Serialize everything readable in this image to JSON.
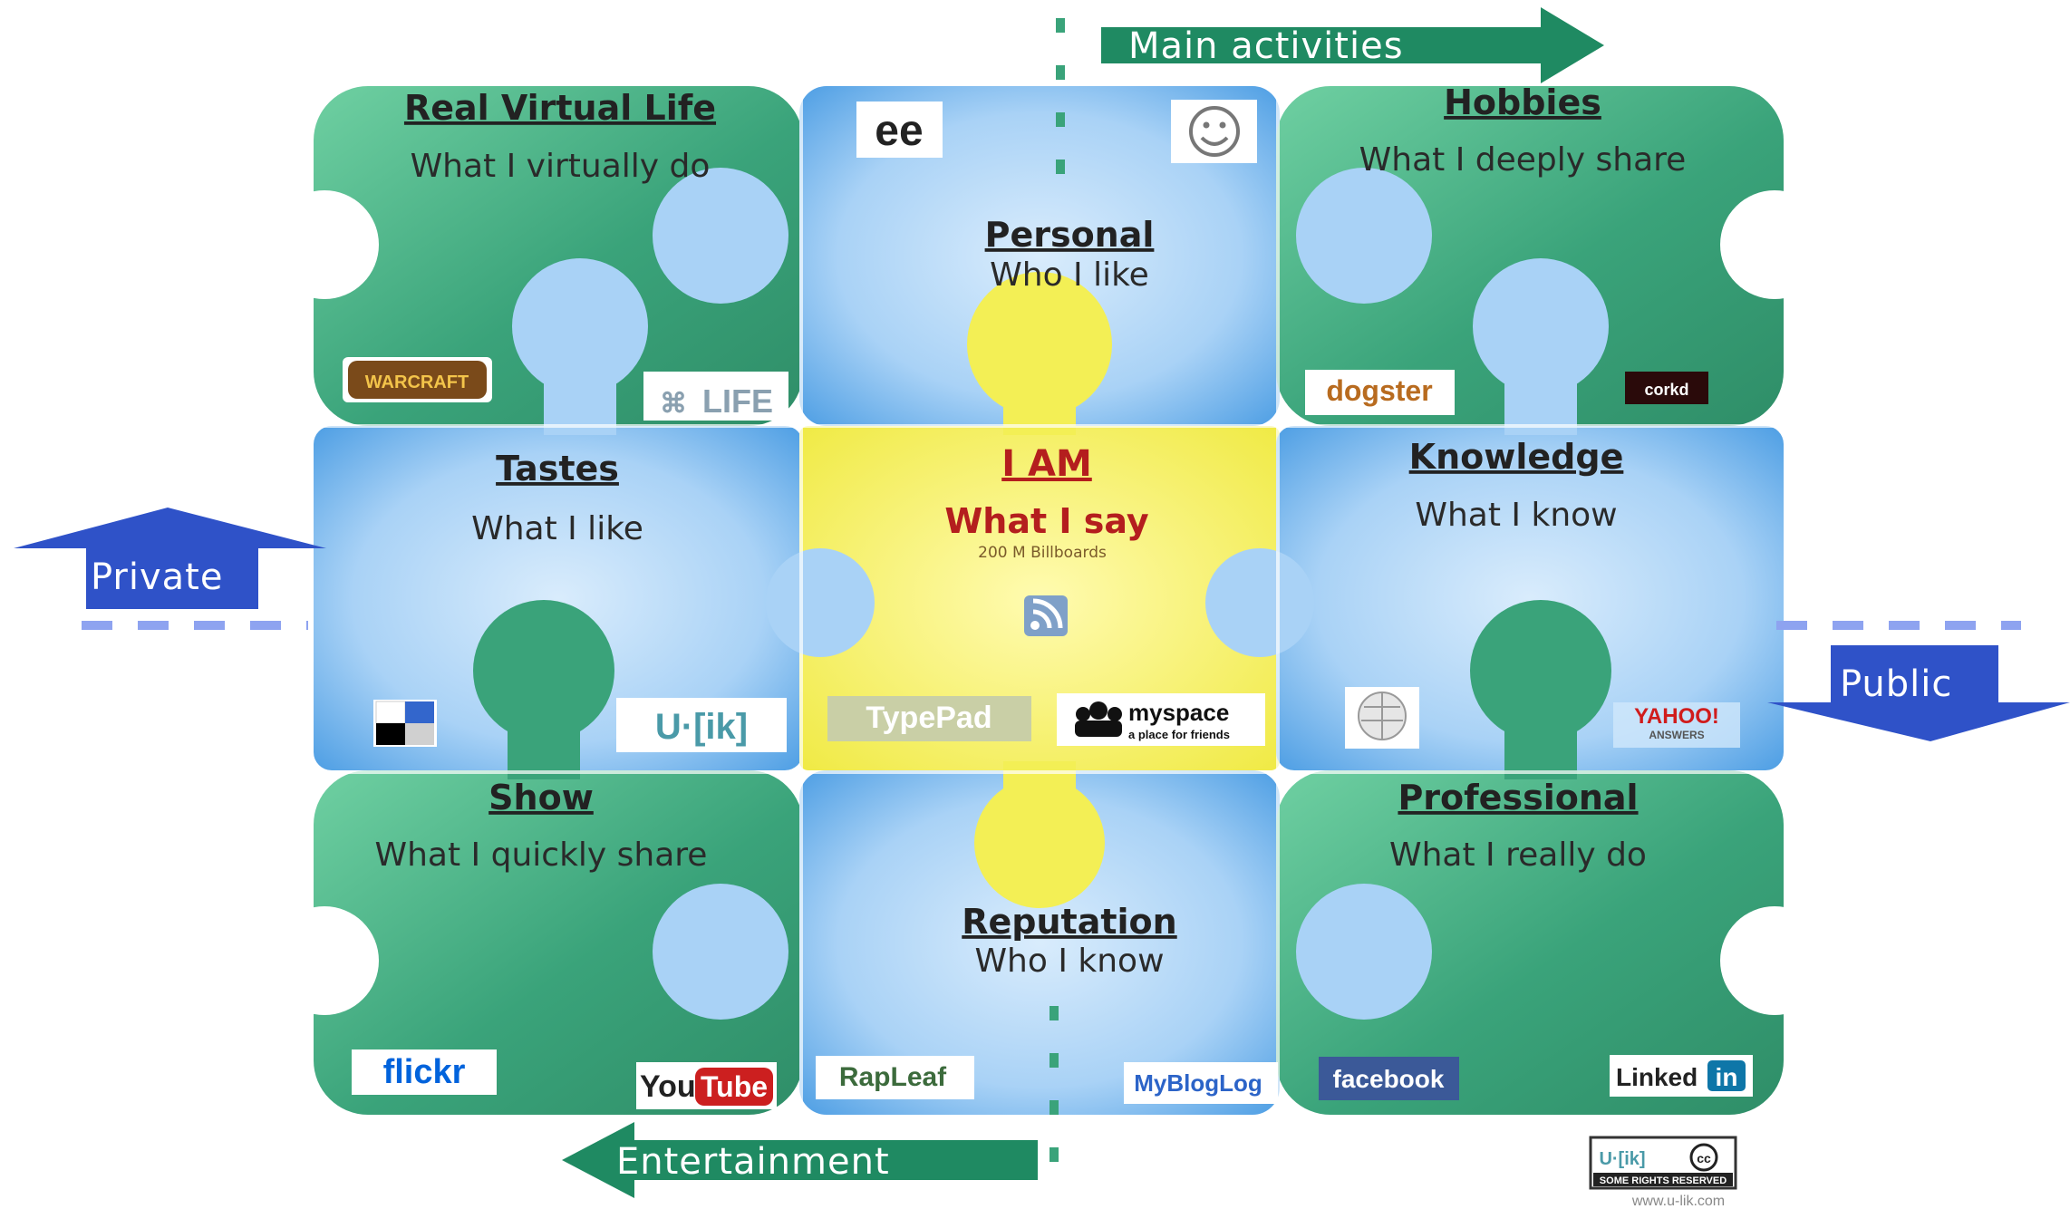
{
  "colors": {
    "green_piece": "#3aa37a",
    "green_light": "#8fdcb6",
    "blue_piece": "#5aa9e8",
    "blue_light": "#cfe7fb",
    "yellow_piece": "#f3ef55",
    "arrow_green": "#1f8a62",
    "arrow_blue": "#2f52c8",
    "center_red": "#b41e1e"
  },
  "arrows": {
    "main_activities": "Main activities",
    "entertainment": "Entertainment",
    "private": "Private",
    "public": "Public"
  },
  "pieces": {
    "real_virtual_life": {
      "title": "Real Virtual Life",
      "subtitle": "What I virtually do"
    },
    "personal": {
      "title": "Personal",
      "subtitle": "Who I like"
    },
    "hobbies": {
      "title": "Hobbies",
      "subtitle": "What I deeply share"
    },
    "tastes": {
      "title": "Tastes",
      "subtitle": "What I like"
    },
    "center": {
      "title": "I AM",
      "subtitle": "What I say",
      "note": "200 M Billboards"
    },
    "knowledge": {
      "title": "Knowledge",
      "subtitle": "What I know"
    },
    "show": {
      "title": "Show",
      "subtitle": "What I quickly share"
    },
    "reputation": {
      "title": "Reputation",
      "subtitle": "Who I know"
    },
    "professional": {
      "title": "Professional",
      "subtitle": "What I really do"
    }
  },
  "logos": {
    "warcraft": "WARCRAFT",
    "second_life": "LIFE",
    "dogster": "dogster",
    "corkd": "corkd",
    "ulik": "U·[ik]",
    "typepad": "TypePad",
    "myspace": "myspace",
    "myspace_tagline": "a place for friends",
    "yahoo": "YAHOO!",
    "yahoo_answers": "ANSWERS",
    "flickr": "flickr",
    "youtube_you": "You",
    "youtube_tube": "Tube",
    "rapleaf": "RapLeaf",
    "mybloglog": "MyBlogLog",
    "facebook": "facebook",
    "linkedin": "Linked",
    "linkedin_in": "in"
  },
  "footer": {
    "badge_left": "U·[ik]",
    "badge_text": "SOME RIGHTS RESERVED",
    "site": "www.u-lik.com"
  }
}
